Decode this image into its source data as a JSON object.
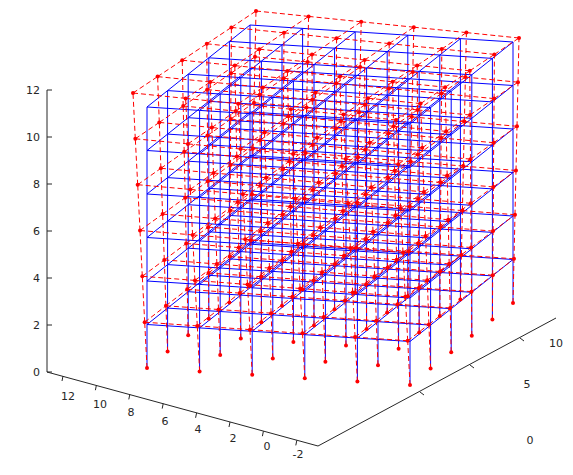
{
  "diagram": {
    "labels": [
      "12",
      "10",
      "8",
      "6",
      "4",
      "2",
      "0",
      "12",
      "10",
      "8",
      "6",
      "4",
      "2",
      "0",
      "-2",
      "0",
      "5",
      "10"
    ]
  }
}
